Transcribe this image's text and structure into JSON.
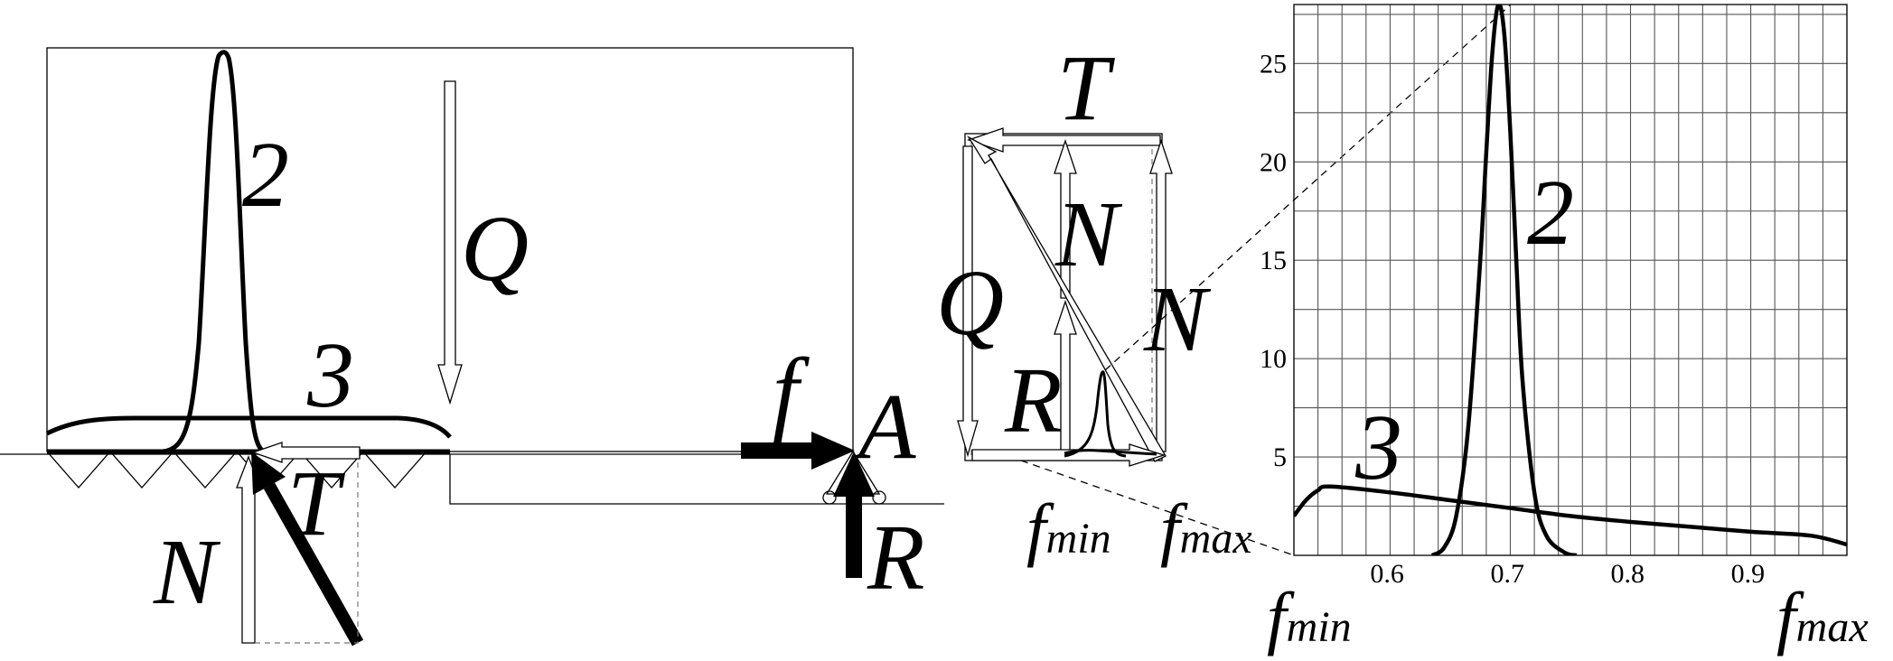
{
  "labels": {
    "curve_peak": "2",
    "curve_flat": "3",
    "force_Q": "Q",
    "force_T": "T",
    "force_N": "N",
    "force_R": "R",
    "force_f": "f",
    "point_A": "A",
    "f_min_base": "f",
    "f_min_sub": "min",
    "f_max_base": "f",
    "f_max_sub": "max"
  },
  "chart_data": {
    "type": "line",
    "x_ticks": [
      "0.6",
      "0.7",
      "0.8",
      "0.9"
    ],
    "y_ticks": [
      "5",
      "10",
      "15",
      "20",
      "25"
    ],
    "x_end_labels": [
      "fmin",
      "fmax"
    ],
    "xlim": [
      0.52,
      0.98
    ],
    "ylim": [
      0,
      28
    ],
    "grid": true,
    "series": [
      {
        "name": "2",
        "x": [
          0.635,
          0.645,
          0.655,
          0.665,
          0.675,
          0.68,
          0.685,
          0.69,
          0.695,
          0.7,
          0.705,
          0.71,
          0.72,
          0.73,
          0.745,
          0.755
        ],
        "y": [
          0.0,
          0.4,
          2.0,
          6.5,
          15.0,
          20.5,
          25.5,
          28.0,
          26.5,
          21.5,
          15.0,
          9.0,
          3.2,
          1.0,
          0.15,
          0.0
        ]
      },
      {
        "name": "3",
        "x": [
          0.52,
          0.53,
          0.54,
          0.55,
          0.6,
          0.65,
          0.7,
          0.75,
          0.8,
          0.85,
          0.9,
          0.95,
          0.98
        ],
        "y": [
          2.0,
          2.8,
          3.3,
          3.5,
          3.2,
          2.8,
          2.4,
          2.0,
          1.7,
          1.45,
          1.2,
          1.0,
          0.55
        ]
      }
    ]
  }
}
